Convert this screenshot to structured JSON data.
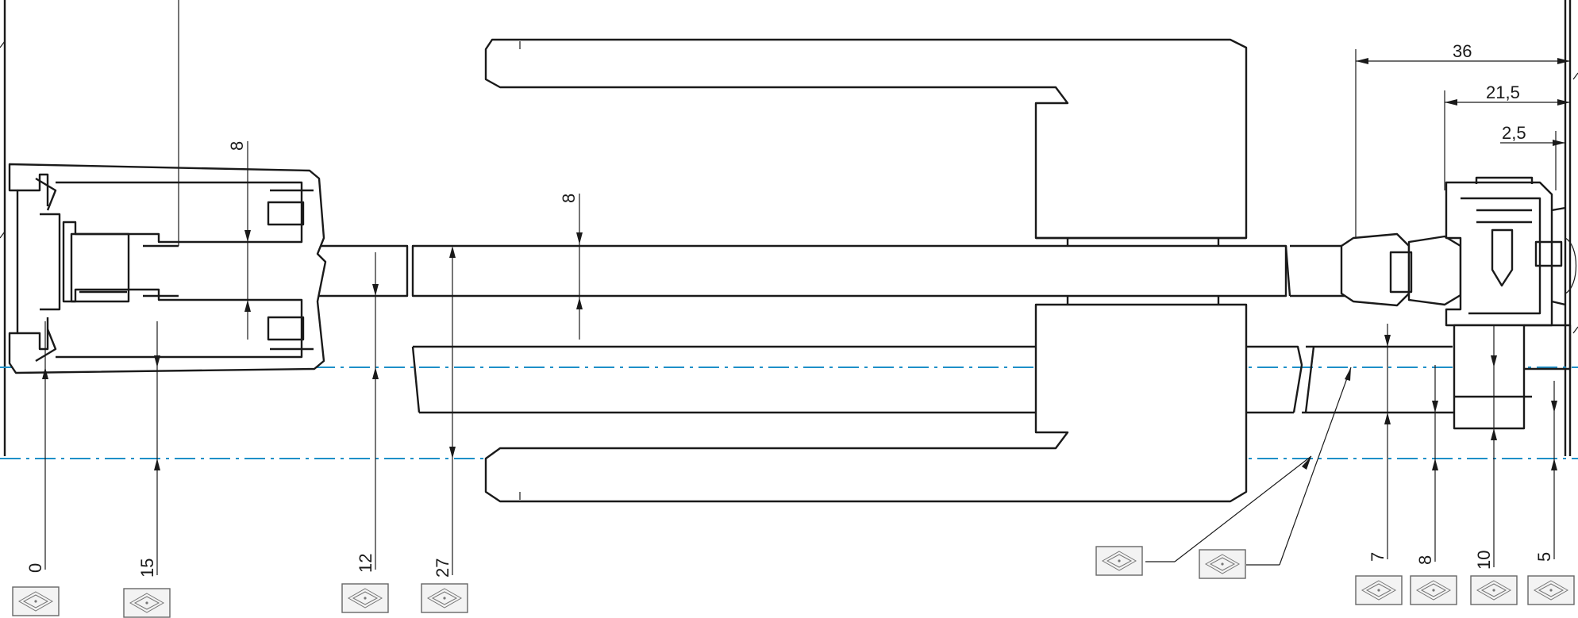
{
  "drawing": {
    "dimensions": {
      "top_36": "36",
      "top_21_5": "21,5",
      "top_2_5": "2,5",
      "left_8": "8",
      "mid_8": "8",
      "b_0": "0",
      "b_15": "15",
      "b_12": "12",
      "b_27": "27",
      "b_7": "7",
      "b_8": "8",
      "b_10": "10",
      "b_5": "5"
    },
    "icons": {
      "symbol": "glass-profile-symbol-icon"
    },
    "colors": {
      "line": "#1a1a1a",
      "centerline": "#1e90c8"
    }
  }
}
